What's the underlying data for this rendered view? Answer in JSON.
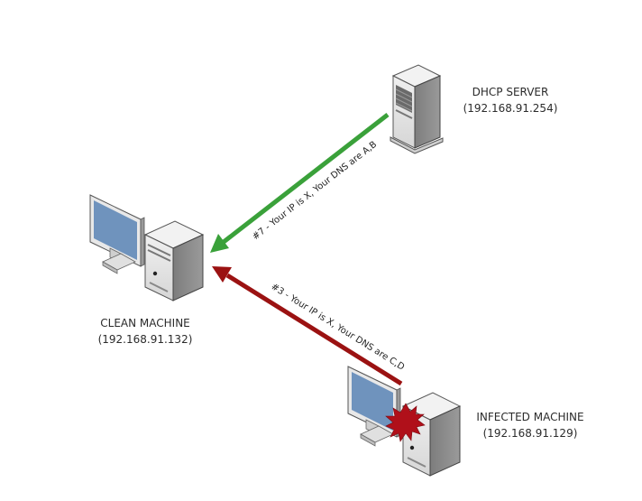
{
  "nodes": {
    "dhcp_server": {
      "name": "DHCP SERVER",
      "ip": "(192.168.91.254)"
    },
    "clean_machine": {
      "name": "CLEAN MACHINE",
      "ip": "(192.168.91.132)"
    },
    "infected_machine": {
      "name": "INFECTED MACHINE",
      "ip": "(192.168.91.129)"
    }
  },
  "edges": [
    {
      "from": "dhcp_server",
      "to": "clean_machine",
      "label": "#7 - Your IP is X, Your DNS are A,B",
      "color": "#3aa13a"
    },
    {
      "from": "infected_machine",
      "to": "clean_machine",
      "label": "#3 - Your IP is X, Your DNS are C,D",
      "color": "#9b1212"
    }
  ],
  "colors": {
    "screen": "#6f93bd",
    "case_light": "#e6e6e6",
    "case_side": "#8a8a8a",
    "infection_burst": "#b0101a"
  }
}
